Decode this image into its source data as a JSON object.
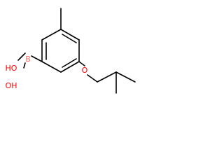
{
  "molecule": {
    "atoms": {
      "boron": "B",
      "hydroxyl_upper": "HO",
      "hydroxyl_lower": "OH",
      "ether_oxygen": "O"
    },
    "colors": {
      "bond": "#000000",
      "boron": "#FF6B6B",
      "oxygen": "#FF0000"
    }
  }
}
